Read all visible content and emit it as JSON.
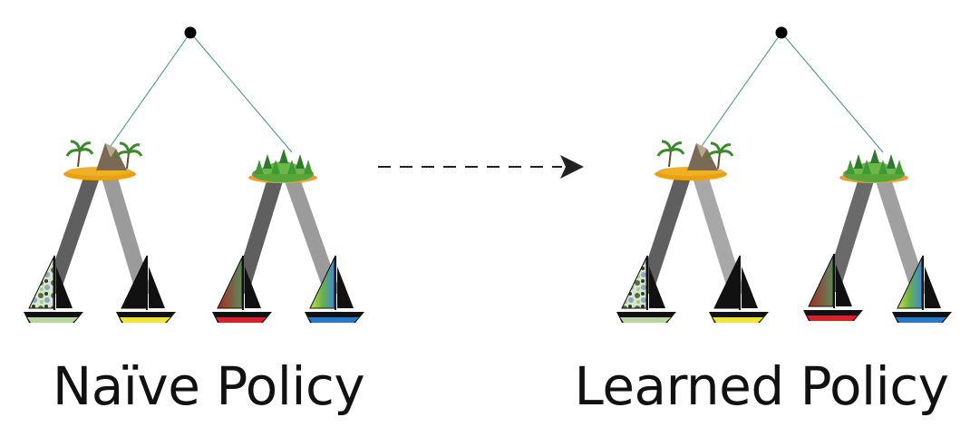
{
  "panels": [
    {
      "caption": "Naïve Policy",
      "islands": [
        {
          "kind": "rocky-palm-island",
          "beams": [
            {
              "shade": "#5f5f5f"
            },
            {
              "shade": "#9b9b9b"
            }
          ]
        },
        {
          "kind": "green-forest-island",
          "beams": [
            {
              "shade": "#5f5f5f"
            },
            {
              "shade": "#9b9b9b"
            }
          ]
        }
      ],
      "boats": [
        "camo-boat",
        "yellow-boat",
        "red-boat",
        "blue-boat"
      ]
    },
    {
      "caption": "Learned Policy",
      "islands": [
        {
          "kind": "rocky-palm-island",
          "beams": [
            {
              "shade": "#5f5f5f"
            },
            {
              "shade": "#a8a8a8"
            }
          ]
        },
        {
          "kind": "green-forest-island",
          "beams": [
            {
              "shade": "#6a6a6a"
            },
            {
              "shade": "#a0a0a0"
            }
          ]
        }
      ],
      "boats": [
        "camo-boat",
        "yellow-boat",
        "red-boat",
        "blue-boat"
      ]
    }
  ],
  "colors": {
    "tree_edge": "#3a8f85",
    "root_node": "#000000",
    "arrow": "#222222",
    "sand": "#f0b020",
    "grass": "#5aa53a",
    "rock": "#7a6a55",
    "boat_camo": "#b8d6a0",
    "boat_yellow": "#f2e23a",
    "boat_red": "#d8222a",
    "boat_blue": "#2a78c8"
  }
}
